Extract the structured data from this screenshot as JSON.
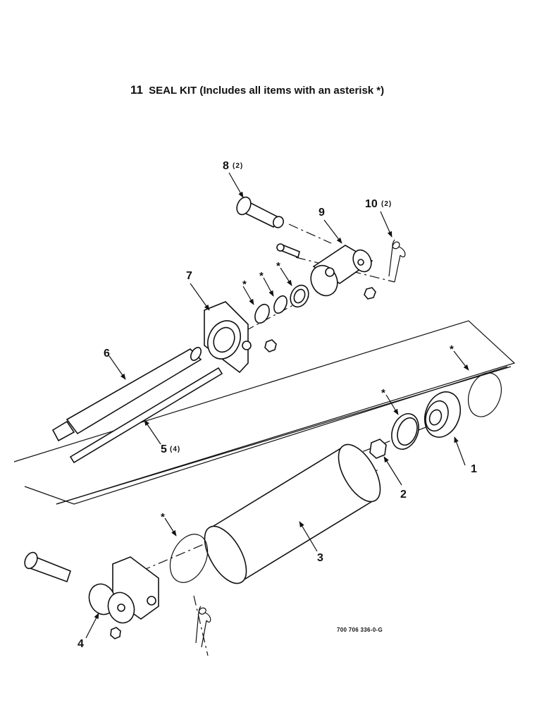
{
  "title": {
    "item_number": "11",
    "text": "SEAL KIT (Includes all items with an asterisk *)"
  },
  "callouts": [
    {
      "id": "c1",
      "number": "1",
      "qty": ""
    },
    {
      "id": "c2",
      "number": "2",
      "qty": ""
    },
    {
      "id": "c3",
      "number": "3",
      "qty": ""
    },
    {
      "id": "c4",
      "number": "4",
      "qty": ""
    },
    {
      "id": "c5",
      "number": "5",
      "qty": "(4)"
    },
    {
      "id": "c6",
      "number": "6",
      "qty": ""
    },
    {
      "id": "c7",
      "number": "7",
      "qty": ""
    },
    {
      "id": "c8",
      "number": "8",
      "qty": "(2)"
    },
    {
      "id": "c9",
      "number": "9",
      "qty": ""
    },
    {
      "id": "c10",
      "number": "10",
      "qty": "(2)"
    }
  ],
  "asterisk_symbol": "*",
  "drawing_code": "700 706 336-0-G"
}
